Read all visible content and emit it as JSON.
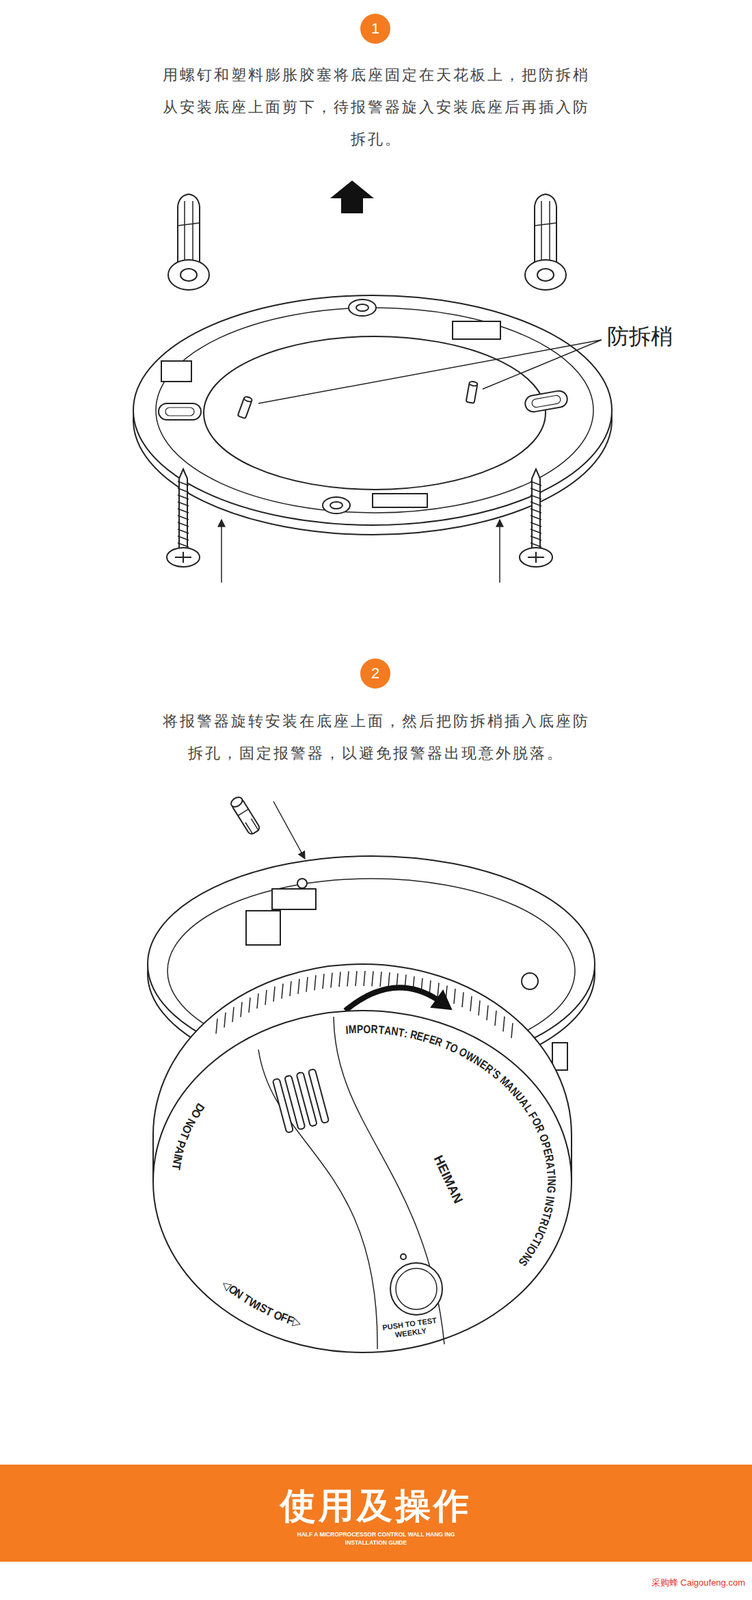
{
  "diagram": {
    "nodes": [
      {
        "text": [
          "1"
        ]
      },
      {
        "text": [
          "2"
        ]
      },
      {
        "text": [
          "使用及操作",
          "HALF A MICROPROCESSOR CONTROL WALL HANG ING INSTALLATION GUIDE"
        ]
      }
    ],
    "labels": [
      "用螺钉和塑料膨胀胶塞将底座固定在天花板上，把防拆梢从安装底座上面剪下，待报警器旋入安装底座后再插入防拆孔。",
      "防拆梢",
      "将报警器旋转安装在底座上面，然后把防拆梢插入底座防拆孔，固定报警器，以避免报警器出现意外脱落。",
      "IMPORTANT: REFER TO OWNER'S MANUAL FOR OPERATING INSTRUCTIONS",
      "HEIMAN",
      "DO NOT PAINT",
      "◁ON TWIST OFF▷",
      "PUSH TO TEST WEEKLY",
      "采购蜂 Caigoufeng.com"
    ]
  }
}
